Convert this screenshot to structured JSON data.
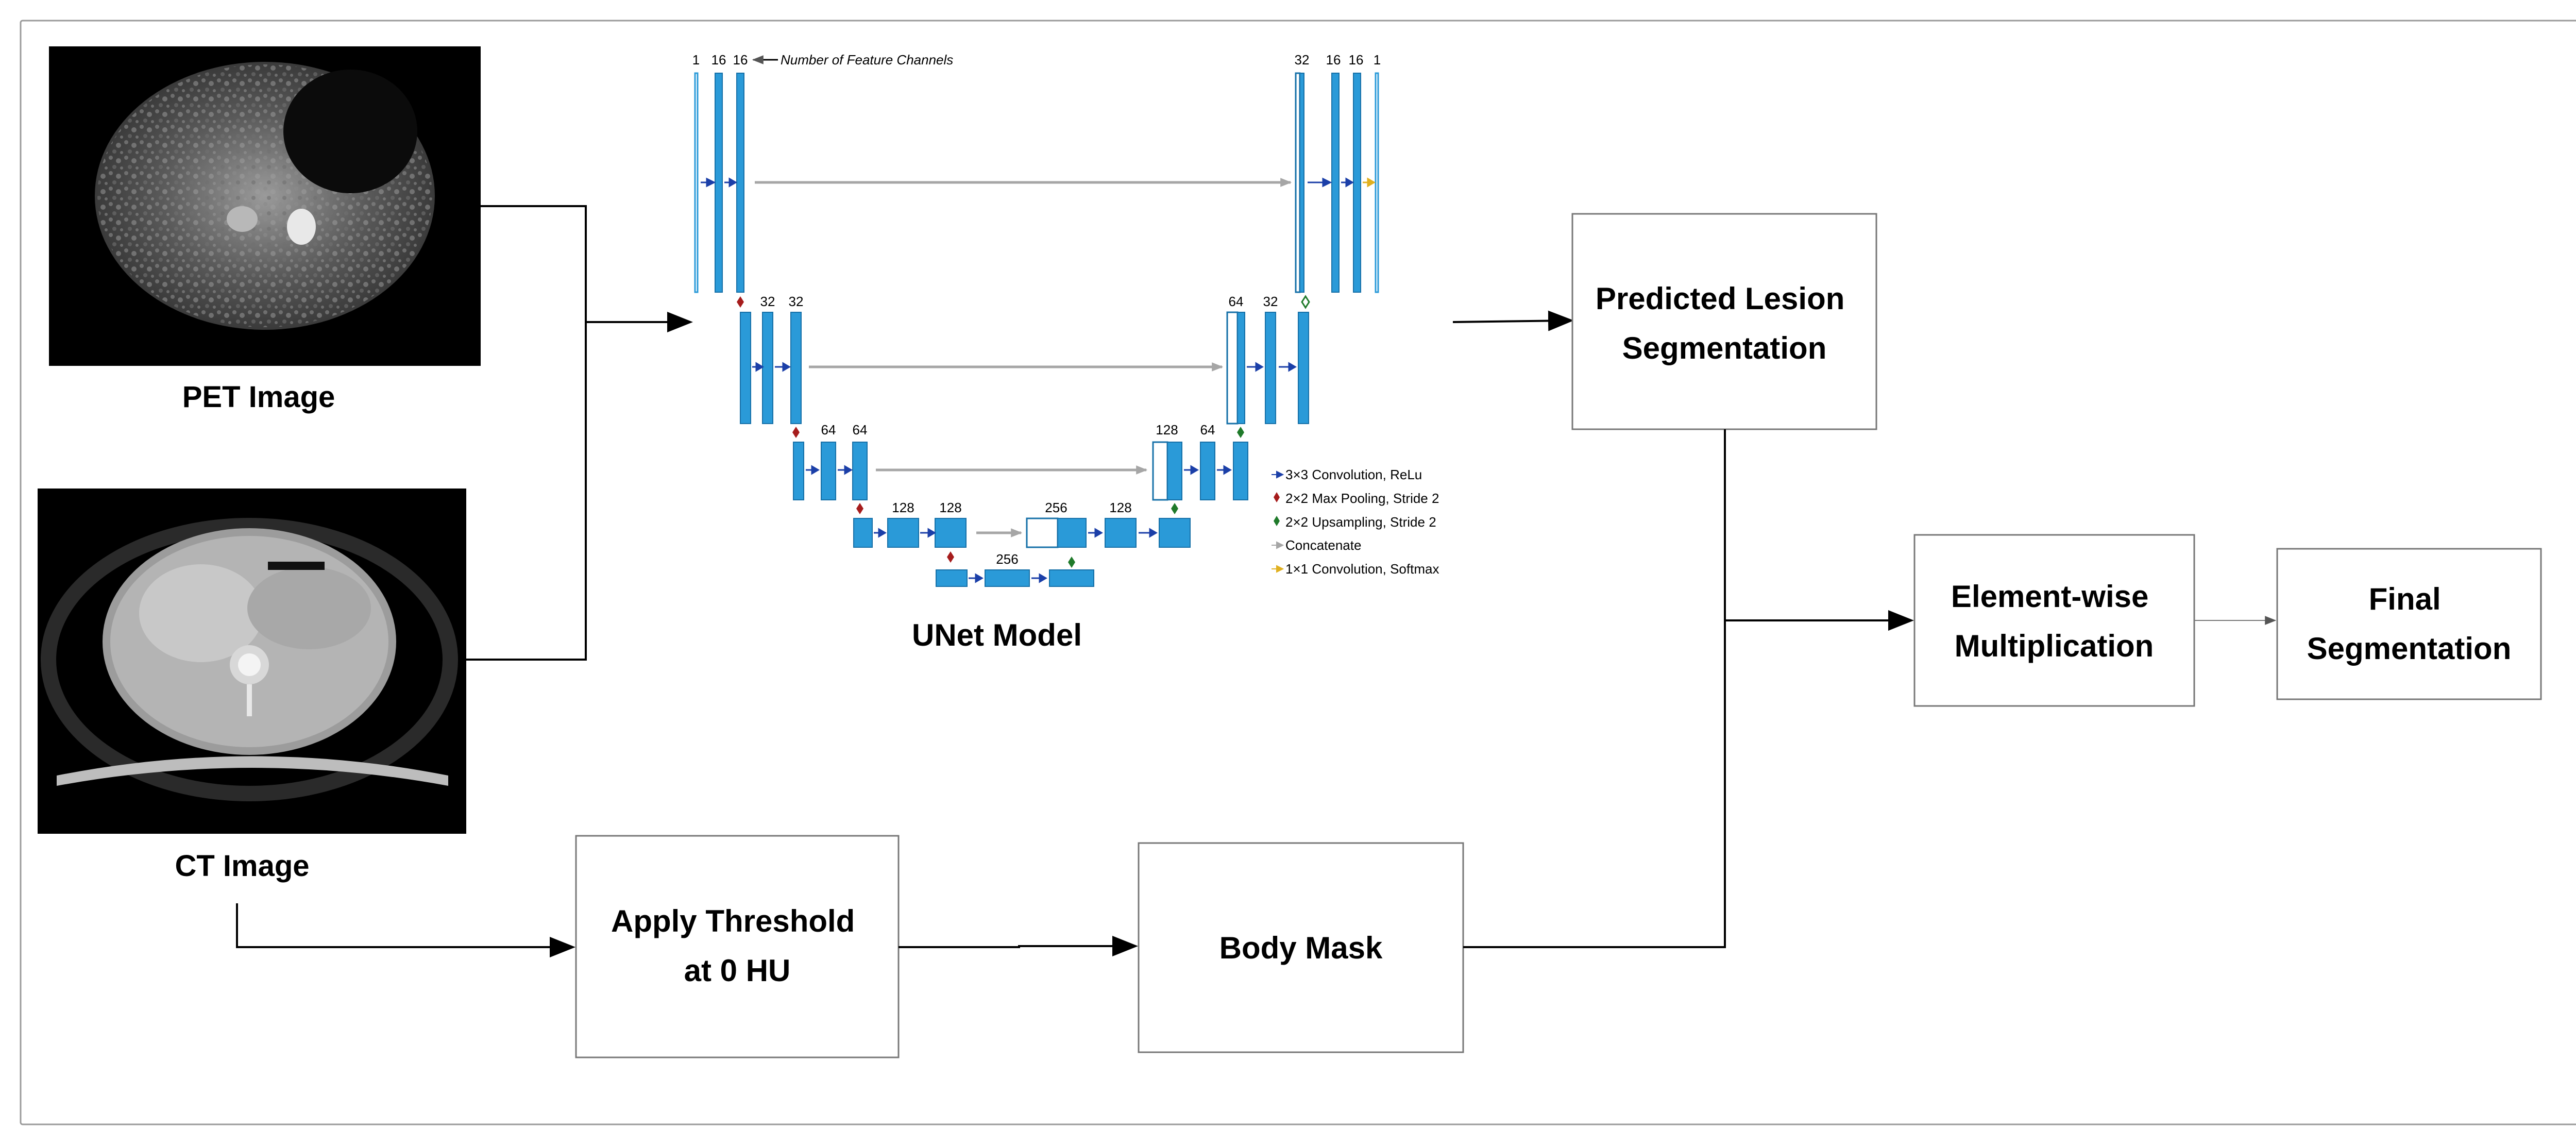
{
  "pet_label": "PET Image",
  "ct_label": "CT Image",
  "unet": {
    "caption": "UNet Model",
    "feature_note": "Number of Feature Channels",
    "enc1_channels": [
      "1",
      "16",
      "16"
    ],
    "enc2_channels": [
      "32",
      "32"
    ],
    "enc3_channels": [
      "64",
      "64"
    ],
    "enc4_channels": [
      "128",
      "128"
    ],
    "bottleneck_channels": [
      "256"
    ],
    "dec4_channels": [
      "256",
      "128"
    ],
    "dec3_channels": [
      "128",
      "64"
    ],
    "dec2_channels": [
      "64",
      "32"
    ],
    "dec1_channels": [
      "32",
      "16",
      "16",
      "1"
    ],
    "legend": [
      {
        "label": "3×3 Convolution, ReLu",
        "color": "#1b3fa8",
        "icon": "diamond"
      },
      {
        "label": "2×2 Max Pooling, Stride 2",
        "color": "#a61c1c",
        "icon": "diamond"
      },
      {
        "label": "2×2 Upsampling, Stride 2",
        "color": "#1f7a2a",
        "icon": "diamond"
      },
      {
        "label": "Concatenate",
        "color": "#a6a6a6",
        "icon": "arrow"
      },
      {
        "label": "1×1 Convolution, Softmax",
        "color": "#e0b020",
        "icon": "diamond"
      }
    ]
  },
  "boxes": {
    "predicted": [
      "Predicted Lesion",
      "Segmentation"
    ],
    "multiply": [
      "Element-wise",
      "Multiplication"
    ],
    "final": [
      "Final",
      "Segmentation"
    ],
    "threshold": [
      "Apply Threshold",
      "at 0 HU"
    ],
    "body_mask": [
      "Body Mask"
    ]
  },
  "colors": {
    "block": "#2a9ad8",
    "block_edge": "#1670a8",
    "conv_arrow": "#1b3fa8",
    "pool_arrow": "#a61c1c",
    "up_arrow": "#1f7a2a",
    "concat_arrow": "#a6a6a6",
    "softmax_arrow": "#e0b020"
  }
}
